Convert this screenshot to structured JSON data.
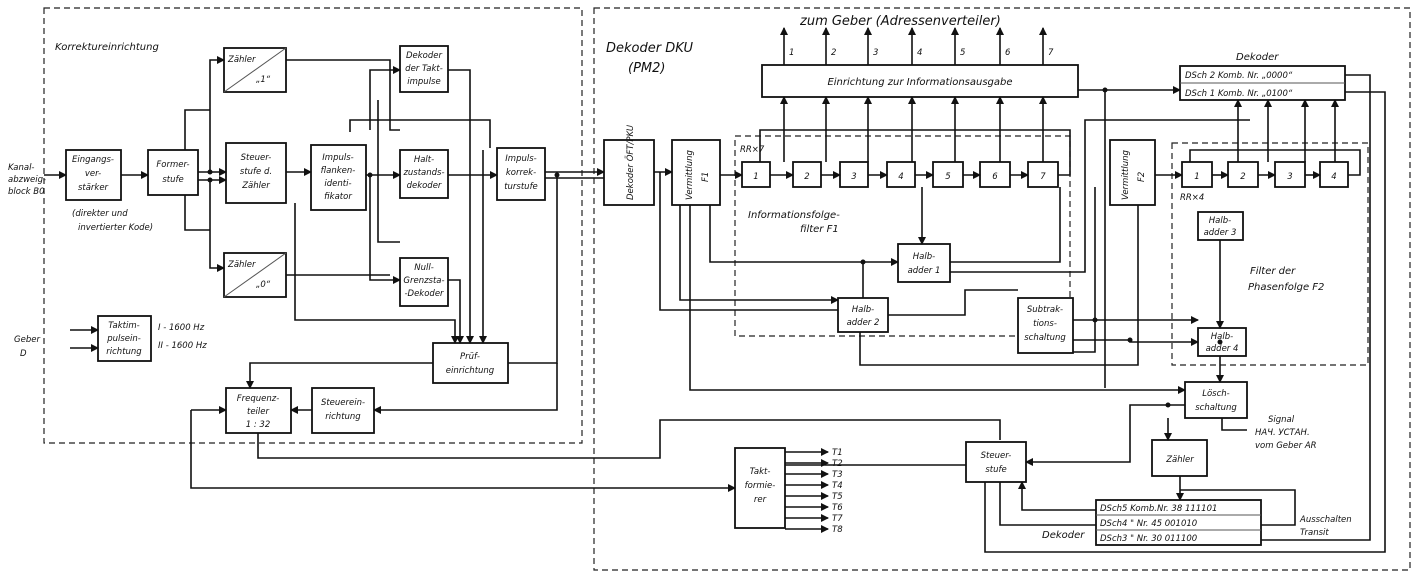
{
  "regions": {
    "korrektur": "Korrektureinrichtung",
    "dekoder_title": "Dekoder DKU",
    "dekoder_sub": "(PM2)",
    "top_label": "zum Geber (Adressenverteiler)"
  },
  "outputs": [
    "1",
    "2",
    "3",
    "4",
    "5",
    "6",
    "7"
  ],
  "left": {
    "kanal": [
      "Kanal-",
      "abzweig-",
      "block B0"
    ],
    "geber": [
      "Geber",
      "D"
    ],
    "kode_note": [
      "(direkter und",
      "invertierter Kode)"
    ],
    "taktimpuls": [
      "Taktim-",
      "pulsein-",
      "richtung"
    ],
    "freq1": "I - 1600 Hz",
    "freq2": "II - 1600 Hz"
  },
  "blocks": {
    "eingang": [
      "Eingangs-",
      "ver-",
      "stärker"
    ],
    "former": [
      "Former-",
      "stufe"
    ],
    "steuerstufe": [
      "Steuer-",
      "stufe d.",
      "Zähler"
    ],
    "zaehler1": [
      "Zähler",
      "„1“"
    ],
    "zaehler0": [
      "Zähler",
      "„0“"
    ],
    "impulsflanken": [
      "Impuls-",
      "flanken-",
      "identi-",
      "fikator"
    ],
    "dekoder_takt": [
      "Dekoder",
      "der Takt-",
      "impulse"
    ],
    "haltzustands": [
      "Halt-",
      "zustands-",
      "dekoder"
    ],
    "nullgrenz": [
      "Null-",
      "Grenzsta-",
      "-Dekoder"
    ],
    "impulskorr": [
      "Impuls-",
      "korrek-",
      "turstufe"
    ],
    "pruef": [
      "Prüf-",
      "einrichtung"
    ],
    "frequenzteiler": [
      "Frequenz-",
      "teiler",
      "1 : 32"
    ],
    "steuereinrichtung": [
      "Steuerein-",
      "richtung"
    ],
    "dekoder_oft": "Dekoder ÖFT/PKU",
    "vermittlung_f1": [
      "Vermittlung",
      "F1"
    ],
    "vermittlung_f2": [
      "Vermittlung",
      "F2"
    ],
    "info_ausgabe": "Einrichtung zur Informationsausgabe",
    "halbaddier1": [
      "Halb-",
      "adder 1"
    ],
    "halbaddier2": [
      "Halb-",
      "adder 2"
    ],
    "halbaddier3": [
      "Halb-",
      "adder 3"
    ],
    "halbaddier4": [
      "Halb-",
      "adder 4"
    ],
    "subtraktion": [
      "Subtrak-",
      "tions-",
      "schaltung"
    ],
    "loesch": [
      "Lösch-",
      "schaltung"
    ],
    "zaehler_r": "Zähler",
    "steuerstufe_r": [
      "Steuer-",
      "stufe"
    ],
    "taktformierer": [
      "Takt-",
      "formie-",
      "rer"
    ]
  },
  "registers": {
    "f1_label": "RR×7",
    "f1_cells": [
      "1",
      "2",
      "3",
      "4",
      "5",
      "6",
      "7"
    ],
    "f2_label": "RR×4",
    "f2_cells": [
      "1",
      "2",
      "3",
      "4"
    ]
  },
  "filters": {
    "f1": [
      "Informationsfolge-",
      "filter F1"
    ],
    "f2": [
      "Filter der",
      "Phasenfolge F2"
    ]
  },
  "dekoder_top": {
    "title": "Dekoder",
    "rows": [
      "DSch 2  Komb. Nr. „0000“",
      "DSch 1  Komb. Nr. „0100“"
    ]
  },
  "dekoder_bottom": {
    "title": "Dekoder",
    "rows": [
      "DSch5  Komb.Nr. 38  111101",
      "DSch4    \"   Nr. 45  001010",
      "DSch3    \"   Nr. 30  011100"
    ]
  },
  "signal_note": [
    "Signal",
    "НАЧ. УСТАН.",
    "vom Geber AR"
  ],
  "ausschalten": [
    "Ausschalten",
    "Transit"
  ],
  "takt_outputs": [
    "T1",
    "T2",
    "T3",
    "T4",
    "T5",
    "T6",
    "T7",
    "T8"
  ]
}
